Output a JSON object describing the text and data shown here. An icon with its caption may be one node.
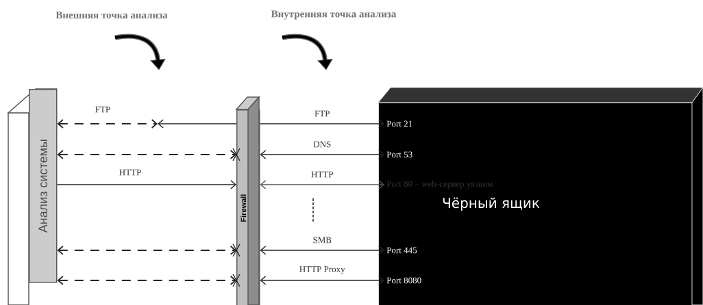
{
  "diagram": {
    "nodes": [
      {
        "text": [
          "Анализ системы"
        ]
      },
      {
        "text": [
          "Firewall"
        ]
      },
      {
        "text": [
          "Чёрный ящик"
        ]
      },
      {
        "text": [
          "Port 21"
        ],
        "in": 2
      },
      {
        "text": [
          "Port 53"
        ],
        "in": 2
      },
      {
        "text": [
          "Port 80 – web-сервер уязвим"
        ],
        "in": 2
      },
      {
        "text": [
          "Port 445"
        ],
        "in": 2
      },
      {
        "text": [
          "Port 8080"
        ],
        "in": 2
      }
    ],
    "edges": [
      {
        "from": 0,
        "to": null,
        "arrow": "both",
        "style": "dashed",
        "label": "FTP"
      },
      {
        "from": 1,
        "to": null,
        "arrow": "to"
      },
      {
        "from": 0,
        "to": 1,
        "arrow": "both",
        "style": "dashed"
      },
      {
        "from": 0,
        "to": 1,
        "arrow": "to",
        "label": "HTTP"
      },
      {
        "from": 0,
        "to": 1,
        "arrow": "both",
        "style": "dashed"
      },
      {
        "from": 0,
        "to": 1,
        "arrow": "both",
        "style": "dashed"
      },
      {
        "from": 1,
        "to": 3,
        "arrow": "to",
        "label": "FTP"
      },
      {
        "from": 1,
        "to": 4,
        "arrow": "both",
        "label": "DNS"
      },
      {
        "from": 1,
        "to": 5,
        "arrow": "both",
        "color": "#555555",
        "label": "HTTP"
      },
      {
        "from": 1,
        "to": 6,
        "arrow": "both",
        "label": "SMB"
      },
      {
        "from": 1,
        "to": 7,
        "arrow": "both",
        "label": "HTTP Proxy"
      }
    ],
    "labels": [
      "Внешняя точка анализа",
      "Внутренняя точка анализа"
    ]
  }
}
